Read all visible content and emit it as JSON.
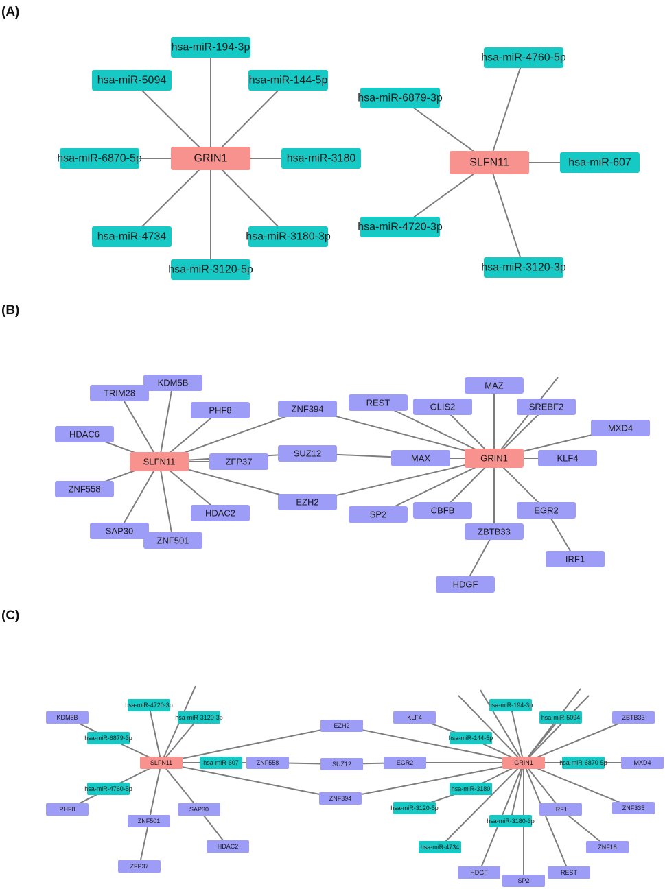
{
  "colors": {
    "mirna": "#16c9c4",
    "hub": "#f8928f",
    "tf": "#9d9df8",
    "edge": "#7d7d7d",
    "text": "#1a1a1a"
  },
  "panels": [
    {
      "id": "A",
      "label": "(A)",
      "nodes": [
        {
          "id": "GRIN1",
          "label": "GRIN1",
          "kind": "hub"
        },
        {
          "id": "m194_3p",
          "label": "hsa-miR-194-3p",
          "kind": "mirna"
        },
        {
          "id": "m5094",
          "label": "hsa-miR-5094",
          "kind": "mirna"
        },
        {
          "id": "m144_5p",
          "label": "hsa-miR-144-5p",
          "kind": "mirna"
        },
        {
          "id": "m6870_5p",
          "label": "hsa-miR-6870-5p",
          "kind": "mirna"
        },
        {
          "id": "m3180",
          "label": "hsa-miR-3180",
          "kind": "mirna"
        },
        {
          "id": "m4734",
          "label": "hsa-miR-4734",
          "kind": "mirna"
        },
        {
          "id": "m3180_3p",
          "label": "hsa-miR-3180-3p",
          "kind": "mirna"
        },
        {
          "id": "m3120_5p",
          "label": "hsa-miR-3120-5p",
          "kind": "mirna"
        },
        {
          "id": "SLFN11",
          "label": "SLFN11",
          "kind": "hub"
        },
        {
          "id": "m4760_5p",
          "label": "hsa-miR-4760-5p",
          "kind": "mirna"
        },
        {
          "id": "m6879_3p",
          "label": "hsa-miR-6879-3p",
          "kind": "mirna"
        },
        {
          "id": "m607",
          "label": "hsa-miR-607",
          "kind": "mirna"
        },
        {
          "id": "m4720_3p",
          "label": "hsa-miR-4720-3p",
          "kind": "mirna"
        },
        {
          "id": "m3120_3p",
          "label": "hsa-miR-3120-3p",
          "kind": "mirna"
        }
      ],
      "edges": [
        [
          "GRIN1",
          "m194_3p"
        ],
        [
          "GRIN1",
          "m5094"
        ],
        [
          "GRIN1",
          "m144_5p"
        ],
        [
          "GRIN1",
          "m6870_5p"
        ],
        [
          "GRIN1",
          "m3180"
        ],
        [
          "GRIN1",
          "m4734"
        ],
        [
          "GRIN1",
          "m3180_3p"
        ],
        [
          "GRIN1",
          "m3120_5p"
        ],
        [
          "SLFN11",
          "m4760_5p"
        ],
        [
          "SLFN11",
          "m6879_3p"
        ],
        [
          "SLFN11",
          "m607"
        ],
        [
          "SLFN11",
          "m4720_3p"
        ],
        [
          "SLFN11",
          "m3120_3p"
        ]
      ]
    },
    {
      "id": "B",
      "label": "(B)",
      "nodes": [
        {
          "id": "SLFN11",
          "label": "SLFN11",
          "kind": "hub"
        },
        {
          "id": "GRIN1",
          "label": "GRIN1",
          "kind": "hub"
        },
        {
          "id": "KDM5B",
          "label": "KDM5B",
          "kind": "tf"
        },
        {
          "id": "TRIM28",
          "label": "TRIM28",
          "kind": "tf"
        },
        {
          "id": "PHF8",
          "label": "PHF8",
          "kind": "tf"
        },
        {
          "id": "HDAC6",
          "label": "HDAC6",
          "kind": "tf"
        },
        {
          "id": "ZFP37",
          "label": "ZFP37",
          "kind": "tf"
        },
        {
          "id": "ZNF558",
          "label": "ZNF558",
          "kind": "tf"
        },
        {
          "id": "HDAC2",
          "label": "HDAC2",
          "kind": "tf"
        },
        {
          "id": "SAP30",
          "label": "SAP30",
          "kind": "tf"
        },
        {
          "id": "ZNF501",
          "label": "ZNF501",
          "kind": "tf"
        },
        {
          "id": "ZNF394",
          "label": "ZNF394",
          "kind": "tf"
        },
        {
          "id": "SUZ12",
          "label": "SUZ12",
          "kind": "tf"
        },
        {
          "id": "EZH2",
          "label": "EZH2",
          "kind": "tf"
        },
        {
          "id": "REST",
          "label": "REST",
          "kind": "tf"
        },
        {
          "id": "GLIS2",
          "label": "GLIS2",
          "kind": "tf"
        },
        {
          "id": "MAZ",
          "label": "MAZ",
          "kind": "tf"
        },
        {
          "id": "SREBF2",
          "label": "SREBF2",
          "kind": "tf"
        },
        {
          "id": "MXD4",
          "label": "MXD4",
          "kind": "tf"
        },
        {
          "id": "MAX",
          "label": "MAX",
          "kind": "tf"
        },
        {
          "id": "KLF4",
          "label": "KLF4",
          "kind": "tf"
        },
        {
          "id": "SP2",
          "label": "SP2",
          "kind": "tf"
        },
        {
          "id": "CBFB",
          "label": "CBFB",
          "kind": "tf"
        },
        {
          "id": "EGR2",
          "label": "EGR2",
          "kind": "tf"
        },
        {
          "id": "ZBTB33",
          "label": "ZBTB33",
          "kind": "tf"
        },
        {
          "id": "IRF1",
          "label": "IRF1",
          "kind": "tf"
        },
        {
          "id": "HDGF",
          "label": "HDGF",
          "kind": "tf"
        }
      ],
      "edges": [
        [
          "SLFN11",
          "KDM5B"
        ],
        [
          "SLFN11",
          "TRIM28"
        ],
        [
          "SLFN11",
          "PHF8"
        ],
        [
          "SLFN11",
          "HDAC6"
        ],
        [
          "SLFN11",
          "ZFP37"
        ],
        [
          "SLFN11",
          "ZNF558"
        ],
        [
          "SLFN11",
          "HDAC2"
        ],
        [
          "SLFN11",
          "SAP30"
        ],
        [
          "SLFN11",
          "ZNF501"
        ],
        [
          "SLFN11",
          "ZNF394"
        ],
        [
          "SLFN11",
          "SUZ12"
        ],
        [
          "SLFN11",
          "EZH2"
        ],
        [
          "SUZ12",
          "MAX"
        ],
        [
          "ZNF394",
          "GRIN1"
        ],
        [
          "EZH2",
          "GRIN1"
        ],
        [
          "MAX",
          "GRIN1"
        ],
        [
          "GRIN1",
          "REST"
        ],
        [
          "GRIN1",
          "GLIS2"
        ],
        [
          "GRIN1",
          "MAZ"
        ],
        [
          "GRIN1",
          "SREBF2"
        ],
        [
          "GRIN1",
          "MXD4"
        ],
        [
          "GRIN1",
          "KLF4"
        ],
        [
          "GRIN1",
          "SP2"
        ],
        [
          "GRIN1",
          "CBFB"
        ],
        [
          "GRIN1",
          "EGR2"
        ],
        [
          "GRIN1",
          "ZBTB33"
        ],
        [
          "EGR2",
          "IRF1"
        ],
        [
          "ZBTB33",
          "HDGF"
        ]
      ]
    },
    {
      "id": "C",
      "label": "(C)",
      "nodes": [
        {
          "id": "SLFN11",
          "label": "SLFN11",
          "kind": "hub"
        },
        {
          "id": "GRIN1",
          "label": "GRIN1",
          "kind": "hub"
        },
        {
          "id": "KDM5B",
          "label": "KDM5B",
          "kind": "tf"
        },
        {
          "id": "m4720_3p",
          "label": "hsa-miR-4720-3p",
          "kind": "mirna"
        },
        {
          "id": "m3120_3p",
          "label": "hsa-miR-3120-3p",
          "kind": "mirna"
        },
        {
          "id": "m6879_3p",
          "label": "hsa-miR-6879-3p",
          "kind": "mirna"
        },
        {
          "id": "m607",
          "label": "hsa-miR-607",
          "kind": "mirna"
        },
        {
          "id": "ZNF558",
          "label": "ZNF558",
          "kind": "tf"
        },
        {
          "id": "m4760_5p",
          "label": "hsa-miR-4760-5p",
          "kind": "mirna"
        },
        {
          "id": "PHF8",
          "label": "PHF8",
          "kind": "tf"
        },
        {
          "id": "ZNF501",
          "label": "ZNF501",
          "kind": "tf"
        },
        {
          "id": "SAP30",
          "label": "SAP30",
          "kind": "tf"
        },
        {
          "id": "HDAC2",
          "label": "HDAC2",
          "kind": "tf"
        },
        {
          "id": "ZFP37",
          "label": "ZFP37",
          "kind": "tf"
        },
        {
          "id": "EZH2",
          "label": "EZH2",
          "kind": "tf"
        },
        {
          "id": "SUZ12",
          "label": "SUZ12",
          "kind": "tf"
        },
        {
          "id": "ZNF394",
          "label": "ZNF394",
          "kind": "tf"
        },
        {
          "id": "KLF4",
          "label": "KLF4",
          "kind": "tf"
        },
        {
          "id": "m144_5p",
          "label": "hsa-miR-144-5p",
          "kind": "mirna"
        },
        {
          "id": "EGR2",
          "label": "EGR2",
          "kind": "tf"
        },
        {
          "id": "m194_3p",
          "label": "hsa-miR-194-3p",
          "kind": "mirna"
        },
        {
          "id": "m5094",
          "label": "hsa-miR-5094",
          "kind": "mirna"
        },
        {
          "id": "ZBTB33",
          "label": "ZBTB33",
          "kind": "tf"
        },
        {
          "id": "m6870_5p",
          "label": "hsa-miR-6870-5p",
          "kind": "mirna"
        },
        {
          "id": "MXD4",
          "label": "MXD4",
          "kind": "tf"
        },
        {
          "id": "m3180",
          "label": "hsa-miR-3180",
          "kind": "mirna"
        },
        {
          "id": "m3120_5p",
          "label": "hsa-miR-3120-5p",
          "kind": "mirna"
        },
        {
          "id": "m3180_3p",
          "label": "hsa-miR-3180-3p",
          "kind": "mirna"
        },
        {
          "id": "IRF1",
          "label": "IRF1",
          "kind": "tf"
        },
        {
          "id": "ZNF335",
          "label": "ZNF335",
          "kind": "tf"
        },
        {
          "id": "m4734",
          "label": "hsa-miR-4734",
          "kind": "mirna"
        },
        {
          "id": "ZNF18",
          "label": "ZNF18",
          "kind": "tf"
        },
        {
          "id": "HDGF",
          "label": "HDGF",
          "kind": "tf"
        },
        {
          "id": "SP2",
          "label": "SP2",
          "kind": "tf"
        },
        {
          "id": "REST",
          "label": "REST",
          "kind": "tf"
        }
      ],
      "edges": [
        [
          "SLFN11",
          "m4720_3p"
        ],
        [
          "SLFN11",
          "m3120_3p"
        ],
        [
          "SLFN11",
          "m6879_3p"
        ],
        [
          "m6879_3p",
          "KDM5B"
        ],
        [
          "SLFN11",
          "m607"
        ],
        [
          "m607",
          "ZNF558"
        ],
        [
          "SLFN11",
          "m4760_5p"
        ],
        [
          "m4760_5p",
          "PHF8"
        ],
        [
          "SLFN11",
          "ZNF501"
        ],
        [
          "ZNF501",
          "ZFP37"
        ],
        [
          "SLFN11",
          "SAP30"
        ],
        [
          "SAP30",
          "HDAC2"
        ],
        [
          "SLFN11",
          "EZH2"
        ],
        [
          "SLFN11",
          "ZNF394"
        ],
        [
          "ZNF558",
          "SUZ12"
        ],
        [
          "SUZ12",
          "EGR2"
        ],
        [
          "EZH2",
          "GRIN1"
        ],
        [
          "ZNF394",
          "GRIN1"
        ],
        [
          "EGR2",
          "GRIN1"
        ],
        [
          "KLF4",
          "m144_5p"
        ],
        [
          "m144_5p",
          "GRIN1"
        ],
        [
          "GRIN1",
          "m194_3p"
        ],
        [
          "GRIN1",
          "m5094"
        ],
        [
          "GRIN1",
          "ZBTB33"
        ],
        [
          "GRIN1",
          "m6870_5p"
        ],
        [
          "m6870_5p",
          "MXD4"
        ],
        [
          "GRIN1",
          "m3180"
        ],
        [
          "m3180",
          "m3120_5p"
        ],
        [
          "GRIN1",
          "m3180_3p"
        ],
        [
          "GRIN1",
          "IRF1"
        ],
        [
          "IRF1",
          "ZNF18"
        ],
        [
          "GRIN1",
          "ZNF335"
        ],
        [
          "GRIN1",
          "m4734"
        ],
        [
          "GRIN1",
          "HDGF"
        ],
        [
          "GRIN1",
          "SP2"
        ],
        [
          "GRIN1",
          "REST"
        ]
      ]
    }
  ]
}
